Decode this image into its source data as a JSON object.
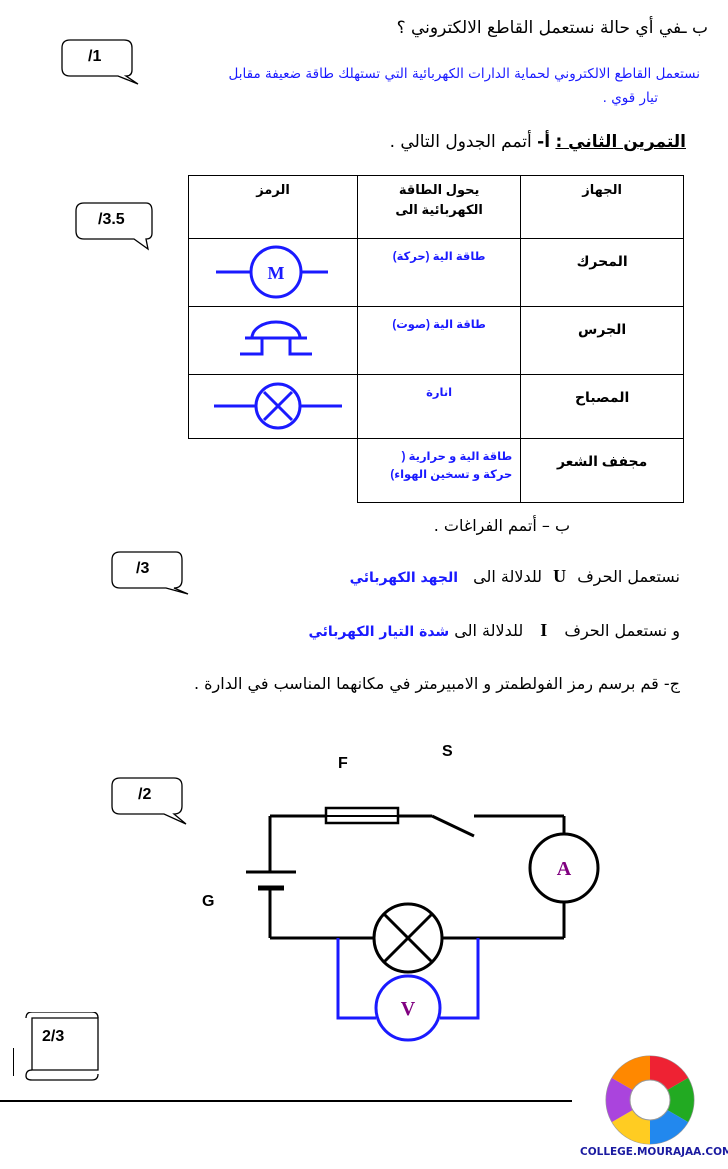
{
  "q_b": "ب ـفي أي حالة نستعمل القاطع الالكتروني ؟",
  "answer1_line1": "نستعمل القاطع الالكتروني لحماية الدارات الكهربائية التي تستهلك طاقة ضعيفة مقابل",
  "answer1_line2": "تيار قوي .",
  "score1": "/1",
  "ex2_title": "التمرين الثاني :",
  "ex2_a_letter": "أ-",
  "ex2_a_text": " أتمم الجدول التالي .",
  "score35": "/3.5",
  "table": {
    "headers": {
      "device": "الجهاز",
      "energy_line1": "يحول الطاقة",
      "energy_line2": "الكهربائية    الى",
      "symbol": "الرمز"
    },
    "rows": [
      {
        "device": "المحرك",
        "energy": "طاقة الية  (حركة)",
        "symbol": "motor"
      },
      {
        "device": "الجرس",
        "energy": "طاقة الية (صوت)",
        "symbol": "bell"
      },
      {
        "device": "المصباح",
        "energy": "انارة",
        "symbol": "lamp"
      },
      {
        "device": "مجفف الشعر",
        "energy": "طاقة الية و حرارية  (",
        "energy2": "حركة و تسخين الهواء)",
        "symbol": ""
      }
    ],
    "motor_letter": "M"
  },
  "b_fill": "ب – أتمم الفراغات .",
  "score3": "/3",
  "line_u_text": "نستعمل الحرف",
  "line_u_letter": "U",
  "line_u_mid": "للدلالة  الى",
  "line_u_answer": "الجهد الكهربائي",
  "line_i_text": "و نستعمل الحرف",
  "line_i_letter": "I",
  "line_i_mid": "للدلالة الى",
  "line_i_answer": "شدة التيار الكهربائي",
  "c_text": "ج-  قم برسم رمز الفولطمتر و الامبيرمتر في مكانهما المناسب  في الدارة .",
  "score2": "/2",
  "circuit": {
    "label_f": "F",
    "label_s": "S",
    "label_g": "G",
    "ammeter": "A",
    "voltmeter": "V"
  },
  "page_number": "2/3",
  "logo_text": "COLLEGE.MOURAJAA.COM",
  "colors": {
    "answer": "#1a1aff",
    "meter": "#800080"
  }
}
